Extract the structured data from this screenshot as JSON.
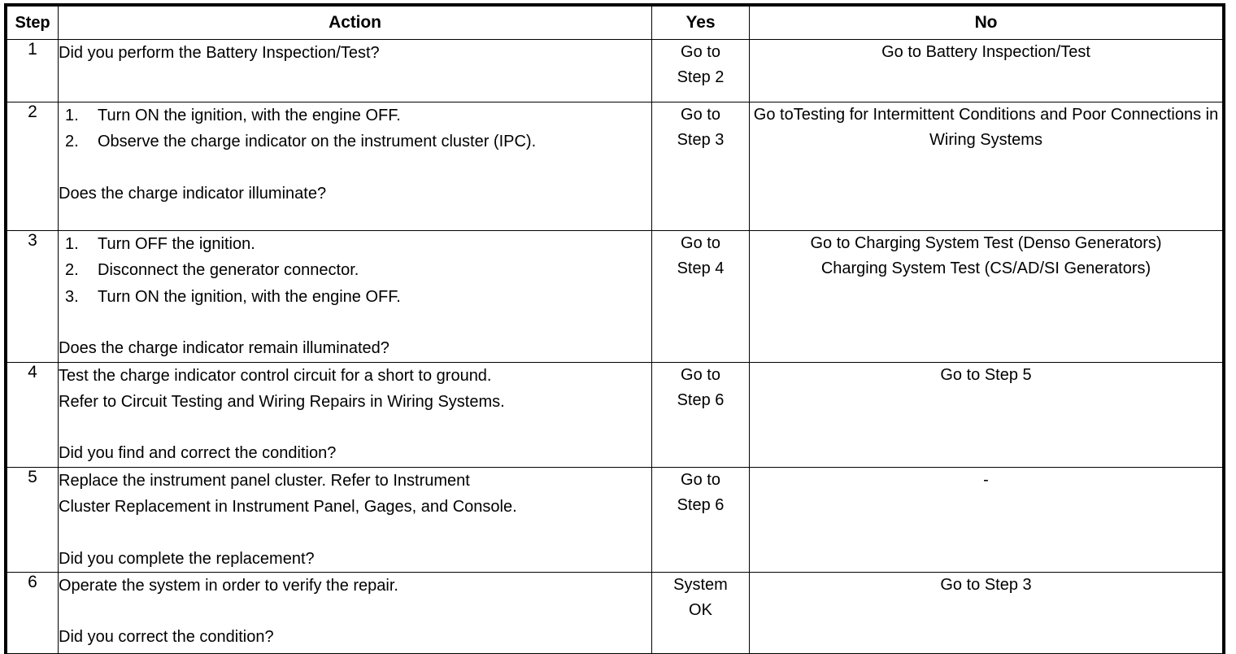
{
  "table": {
    "columns": [
      {
        "key": "step",
        "label": "Step"
      },
      {
        "key": "action",
        "label": "Action"
      },
      {
        "key": "yes",
        "label": "Yes"
      },
      {
        "key": "no",
        "label": "No"
      }
    ],
    "rows": [
      {
        "step": "1",
        "action_lines": [
          "Did you perform the Battery Inspection/Test?"
        ],
        "numbered": [],
        "question": "",
        "yes": "Go to\nStep 2",
        "no": "Go to Battery Inspection/Test"
      },
      {
        "step": "2",
        "action_lines": [],
        "numbered": [
          {
            "num": "1.",
            "text": "Turn ON the ignition, with the engine OFF."
          },
          {
            "num": "2.",
            "text": "Observe the charge indicator on the instrument cluster (IPC)."
          }
        ],
        "question": "Does the charge indicator illuminate?",
        "yes": "Go to\nStep 3",
        "no": "Go toTesting for Intermittent Conditions and Poor Connections in Wiring Systems"
      },
      {
        "step": "3",
        "action_lines": [],
        "numbered": [
          {
            "num": "1.",
            "text": "Turn OFF the ignition."
          },
          {
            "num": "2.",
            "text": "Disconnect the generator connector."
          },
          {
            "num": "3.",
            "text": "Turn ON the ignition, with the engine OFF."
          }
        ],
        "question": "Does the charge indicator remain illuminated?",
        "yes": "Go to\nStep 4",
        "no": "Go to Charging System Test (Denso Generators)\nCharging System Test (CS/AD/SI Generators)"
      },
      {
        "step": "4",
        "action_lines": [
          "Test the charge indicator control circuit for a short to ground.",
          "Refer to Circuit Testing and Wiring Repairs in Wiring Systems."
        ],
        "numbered": [],
        "question": "Did you find and correct the condition?",
        "yes": "Go to\nStep 6",
        "no": "Go to Step 5"
      },
      {
        "step": "5",
        "action_lines": [
          "Replace the instrument panel cluster. Refer to Instrument",
          "Cluster Replacement in Instrument Panel, Gages, and Console."
        ],
        "numbered": [],
        "question": "Did you complete the replacement?",
        "yes": "Go to\nStep 6",
        "no": "-"
      },
      {
        "step": "6",
        "action_lines": [
          "Operate the system in order to verify the repair."
        ],
        "numbered": [],
        "question": "Did you correct the condition?",
        "yes": "System\nOK",
        "no": "Go to Step 3"
      }
    ]
  },
  "style": {
    "border_color": "#000000",
    "text_color": "#000000",
    "background": "#ffffff"
  }
}
